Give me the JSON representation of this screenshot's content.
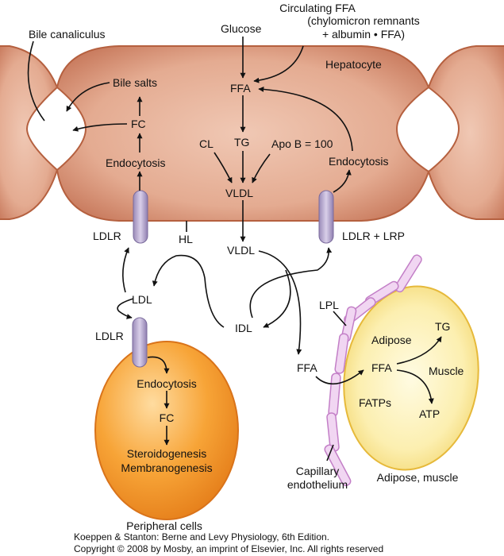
{
  "hepatocyte": {
    "cell_label": "Hepatocyte",
    "bile_canaliculus": "Bile canaliculus",
    "bile_salts": "Bile salts",
    "fc": "FC",
    "endocytosis_left": "Endocytosis",
    "glucose": "Glucose",
    "circulating_ffa_line1": "Circulating FFA",
    "circulating_ffa_line2": "(chylomicron remnants",
    "circulating_ffa_line3": "+ albumin • FFA)",
    "ffa": "FFA",
    "tg": "TG",
    "cl": "CL",
    "apo_b": "Apo B = 100",
    "vldl_inner": "VLDL",
    "endocytosis_right": "Endocytosis"
  },
  "plasma": {
    "ldlr_liver": "LDLR",
    "hl": "HL",
    "vldl": "VLDL",
    "ldlr_lrp": "LDLR + LRP",
    "ldl": "LDL",
    "idl": "IDL",
    "ffa": "FFA"
  },
  "peripheral": {
    "ldlr": "LDLR",
    "endocytosis": "Endocytosis",
    "fc": "FC",
    "steroidogenesis": "Steroidogenesis",
    "membranogenesis": "Membranogenesis",
    "label": "Peripheral cells"
  },
  "adipose": {
    "lpl": "LPL",
    "adipose_label": "Adipose",
    "tg": "TG",
    "ffa": "FFA",
    "muscle": "Muscle",
    "fatps": "FATPs",
    "atp": "ATP",
    "cell_label": "Adipose, muscle",
    "capillary_line1": "Capillary",
    "capillary_line2": "endothelium"
  },
  "caption": {
    "line1": "Koeppen & Stanton: Berne and Levy Physiology, 6th Edition.",
    "line2": "Copyright © 2008 by Mosby, an imprint of Elsevier, Inc. All rights reserved"
  }
}
